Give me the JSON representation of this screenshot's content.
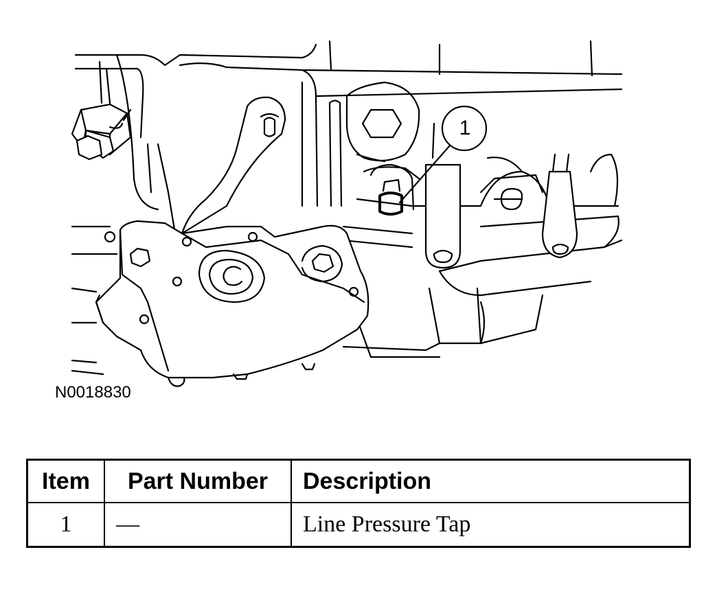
{
  "figure": {
    "id_label": "N0018830",
    "callouts": [
      {
        "number": "1"
      }
    ]
  },
  "parts_table": {
    "headers": [
      "Item",
      "Part Number",
      "Description"
    ],
    "rows": [
      {
        "item": "1",
        "part_number": "—",
        "description": "Line Pressure Tap"
      }
    ]
  }
}
